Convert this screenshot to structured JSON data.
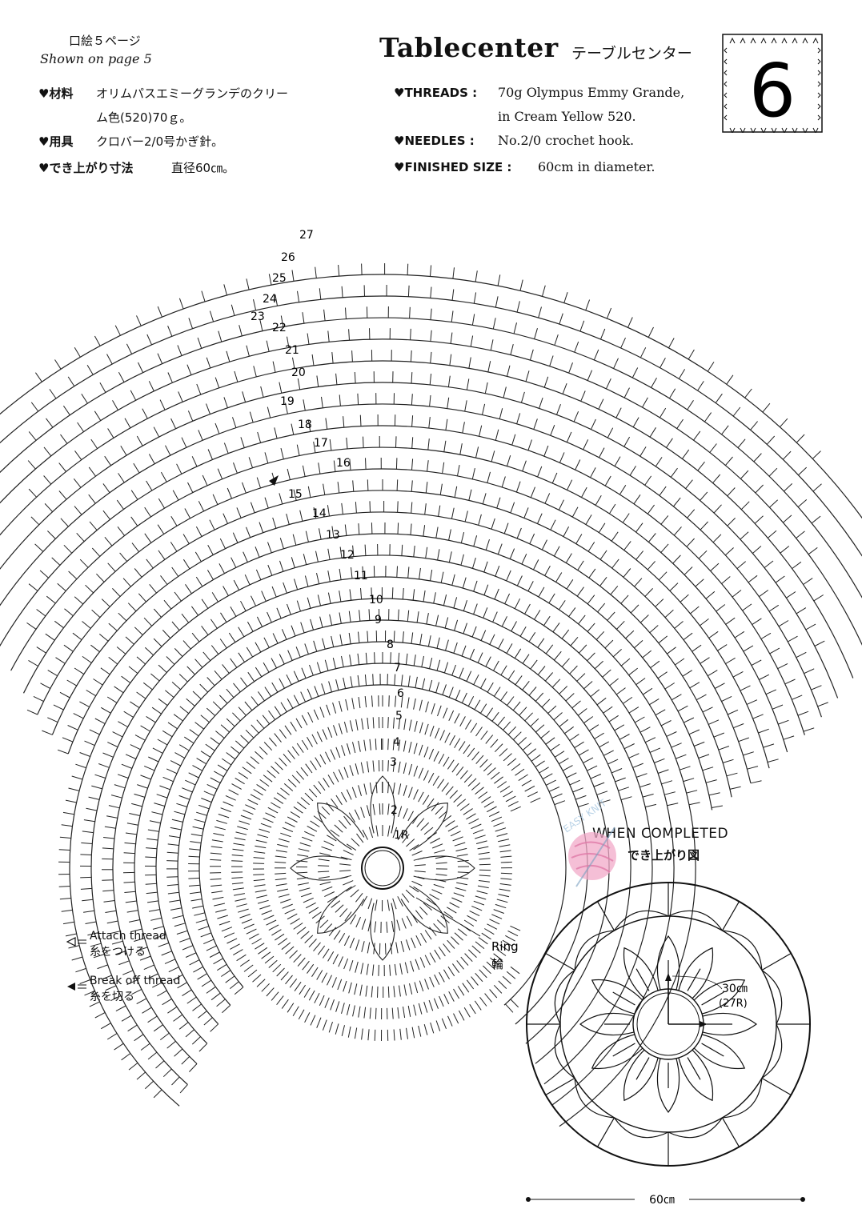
{
  "header": {
    "page_ref_jp": "口絵５ページ",
    "page_ref_en": "Shown on page 5",
    "title": "Tablecenter",
    "title_jp": "テーブルセンター",
    "number": "6"
  },
  "specs_jp": {
    "materials_label": "材料",
    "materials_line1": "オリムパスエミーグランデのクリー",
    "materials_line2": "ム色(520)70ｇ。",
    "tools_label": "用具",
    "tools_value": "クロバー2/0号かぎ針。",
    "size_label": "でき上がり寸法",
    "size_value": "直径60㎝。"
  },
  "specs_en": {
    "threads_label": "THREADS :",
    "threads_line1": "70g Olympus Emmy Grande,",
    "threads_line2": "in Cream Yellow 520.",
    "needles_label": "NEEDLES :",
    "needles_value": "No.2/0 crochet hook.",
    "size_label": "FINISHED SIZE :",
    "size_value": "60cm in diameter."
  },
  "diagram": {
    "row_numbers": [
      "1R",
      "2",
      "3",
      "4",
      "5",
      "6",
      "7",
      "8",
      "9",
      "10",
      "11",
      "12",
      "13",
      "14",
      "15",
      "16",
      "17",
      "18",
      "19",
      "20",
      "21",
      "22",
      "23",
      "24",
      "25",
      "26",
      "27"
    ],
    "ring_label_en": "Ring",
    "ring_label_jp": "輪"
  },
  "legend": {
    "attach_en": "Attach thread",
    "attach_jp": "糸をつける",
    "break_en": "Break off thread",
    "break_jp": "糸を切る"
  },
  "completed": {
    "title_en": "WHEN COMPLETED",
    "title_jp": "でき上がり図",
    "radius_label": "30㎝",
    "radius_rows": "(27R)",
    "diameter_label": "60㎝",
    "watermark": "EASY KNIT"
  }
}
